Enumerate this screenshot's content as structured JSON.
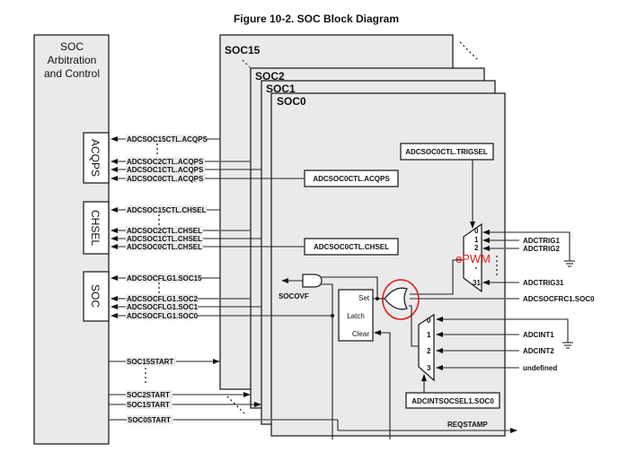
{
  "figure": {
    "title": "Figure 10-2. SOC Block Diagram"
  },
  "arbitration": {
    "title_lines": [
      "SOC",
      "Arbitration",
      "and Control"
    ],
    "sub_blocks": [
      "ACQPS",
      "CHSEL",
      "SOC"
    ]
  },
  "soc_layers": [
    "SOC15",
    "SOC2",
    "SOC1",
    "SOC0"
  ],
  "acqps_signals": [
    "ADCSOC15CTL.ACQPS",
    "ADCSOC2CTL.ACQPS",
    "ADCSOC1CTL.ACQPS",
    "ADCSOC0CTL.ACQPS"
  ],
  "chsel_signals": [
    "ADCSOC15CTL.CHSEL",
    "ADCSOC2CTL.CHSEL",
    "ADCSOC1CTL.CHSEL",
    "ADCSOC0CTL.CHSEL"
  ],
  "flag_signals": [
    "ADCSOCFLG1.SOC15",
    "ADCSOCFLG1.SOC2",
    "ADCSOCFLG1.SOC1",
    "ADCSOCFLG1.SOC0"
  ],
  "start_signals": [
    "SOC15START",
    "SOC2START",
    "SOC1START",
    "SOC0START"
  ],
  "registers": {
    "acqps": "ADCSOC0CTL.ACQPS",
    "chsel": "ADCSOC0CTL.CHSEL",
    "trigsel": "ADCSOC0CTL.TRIGSEL",
    "intsocsel": "ADCINTSOCSEL1.SOC0"
  },
  "latch": {
    "set": "Set",
    "latch": "Latch",
    "clear": "Clear"
  },
  "overflow_label": "SOCOVF",
  "trigger_mux": {
    "inputs": [
      "0",
      "1",
      "2",
      "31"
    ],
    "signals": [
      "ADCTRIG1",
      "ADCTRIG2",
      "ADCTRIG31"
    ],
    "force_signal": "ADCSOCFRC1.SOC0"
  },
  "int_mux": {
    "inputs": [
      "0",
      "1",
      "2",
      "3"
    ],
    "signals": [
      "ADCINT1",
      "ADCINT2",
      "undefined"
    ]
  },
  "reqstamp_label": "REQSTAMP",
  "annotation": {
    "text": "ePWM",
    "color": "#e0201a"
  }
}
